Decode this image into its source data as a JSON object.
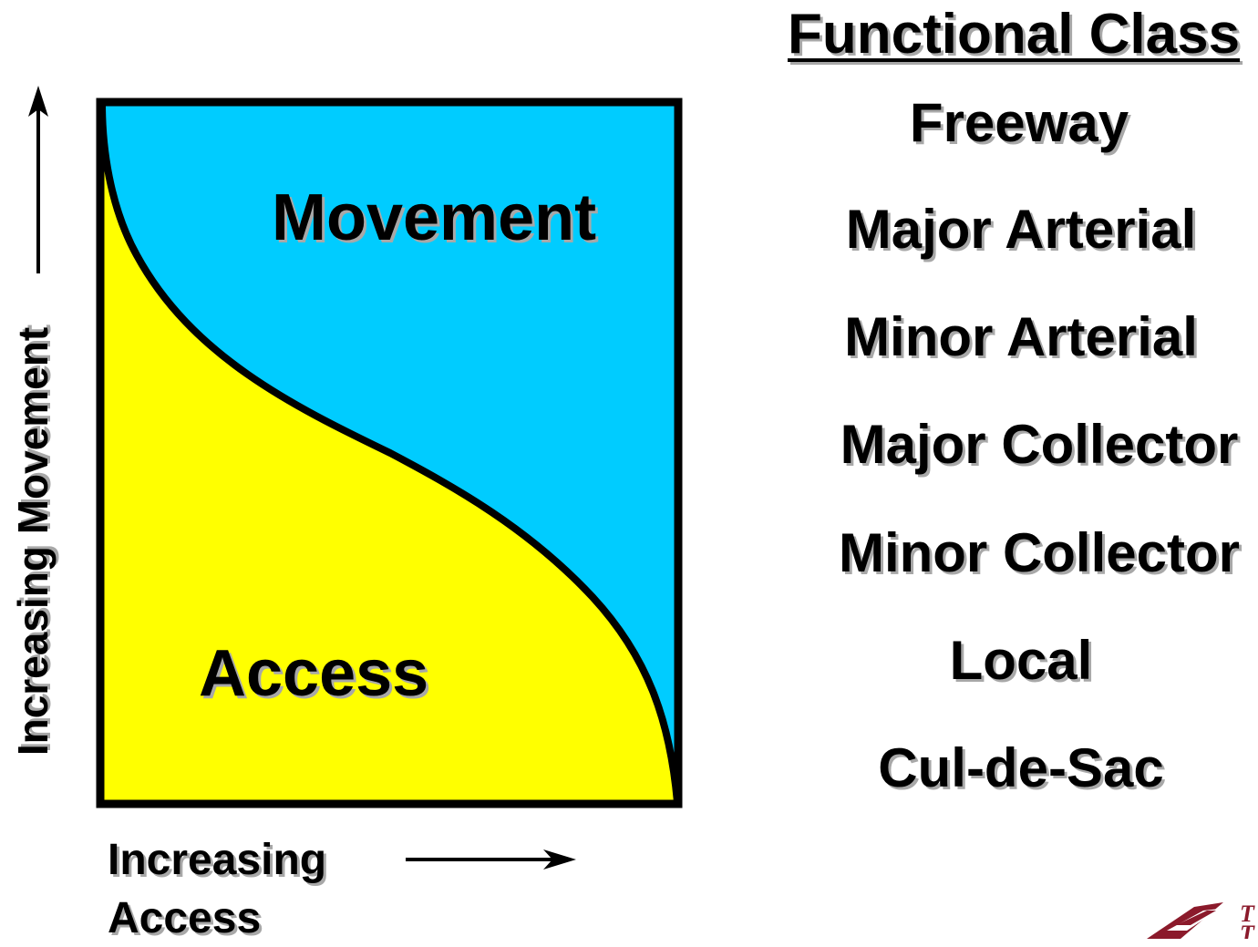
{
  "diagram": {
    "colors": {
      "movement_fill": "#00ccff",
      "access_fill": "#ffff00",
      "outline": "#000000",
      "text_shadow": "#a8a8a8",
      "logo": "#8b1a2b"
    },
    "areas": {
      "movement_label": "Movement",
      "access_label": "Access"
    },
    "y_axis": {
      "label": "Increasing Movement",
      "arrow": "up-arrow"
    },
    "x_axis": {
      "label_line1": "Increasing",
      "label_line2": "Access",
      "arrow": "right-arrow"
    }
  },
  "functional_class": {
    "title": "Functional Class",
    "items": [
      "Freeway",
      "Major Arterial",
      "Minor Arterial",
      "Major Collector",
      "Minor Collector",
      "Local",
      "Cul-de-Sac"
    ]
  },
  "logo": {
    "icon": "logo-mark",
    "letter1": "T",
    "letter2": "T"
  }
}
